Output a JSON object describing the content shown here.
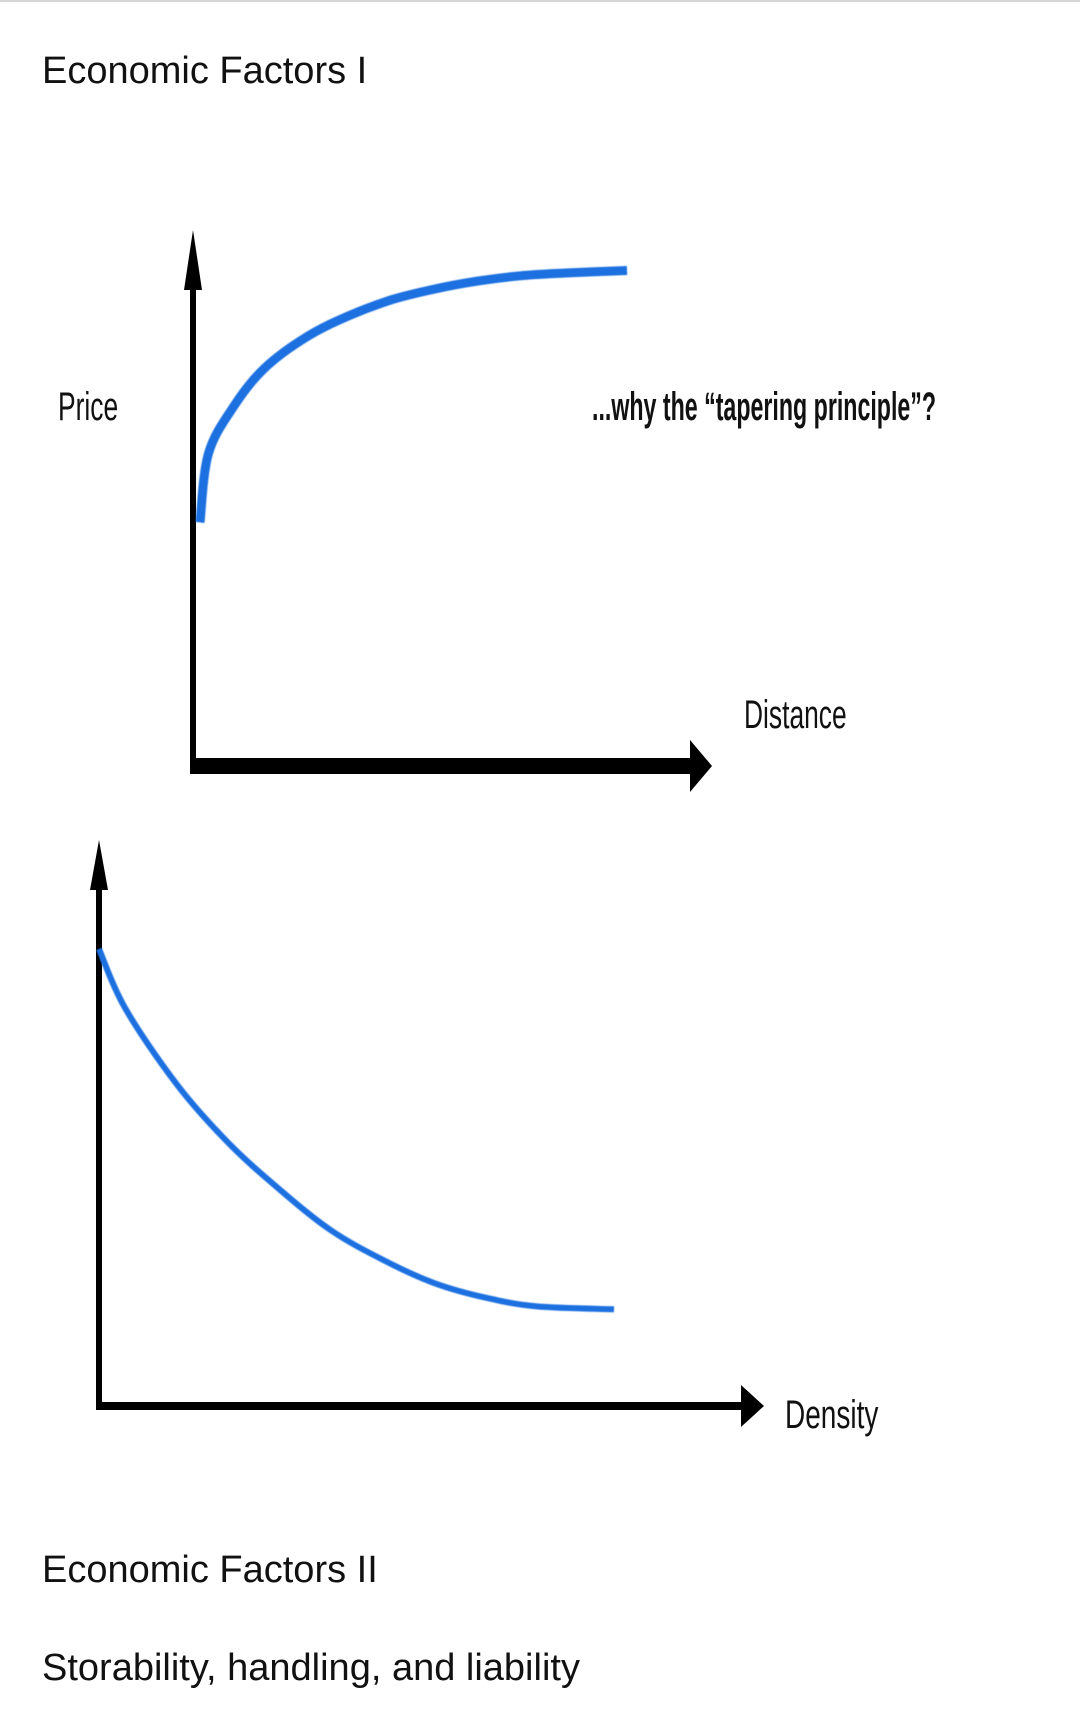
{
  "page": {
    "section_title": "Economic Factors I",
    "next_section_title": "Economic Factors II",
    "next_section_subtitle": "Storability, handling, and liability"
  },
  "colors": {
    "curve": "#1a6fe0",
    "axis": "#000000",
    "background": "#ffffff"
  },
  "chart_data": [
    {
      "type": "line",
      "title": "",
      "xlabel": "Distance",
      "ylabel": "Price",
      "annotation": "...why the “tapering principle”?",
      "trend": "increasing, concave, flattening out",
      "series": [
        {
          "x": [
            0,
            0.02,
            0.08,
            0.15,
            0.25,
            0.35,
            0.45,
            0.55,
            0.65,
            0.75,
            0.85,
            1.0
          ],
          "y": [
            0.45,
            0.58,
            0.67,
            0.74,
            0.8,
            0.84,
            0.87,
            0.89,
            0.905,
            0.915,
            0.92,
            0.925
          ]
        }
      ],
      "xlim": [
        0,
        1.2
      ],
      "ylim": [
        0,
        1
      ],
      "grid": false
    },
    {
      "type": "line",
      "title": "",
      "xlabel": "Density",
      "ylabel": "",
      "trend": "decreasing, convex, flattening out",
      "series": [
        {
          "x": [
            0,
            0.05,
            0.15,
            0.25,
            0.35,
            0.45,
            0.55,
            0.65,
            0.75,
            0.85,
            1.0
          ],
          "y": [
            0.78,
            0.68,
            0.55,
            0.45,
            0.37,
            0.3,
            0.25,
            0.21,
            0.185,
            0.17,
            0.165
          ]
        }
      ],
      "xlim": [
        0,
        1.25
      ],
      "ylim": [
        0,
        1
      ],
      "grid": false
    }
  ]
}
